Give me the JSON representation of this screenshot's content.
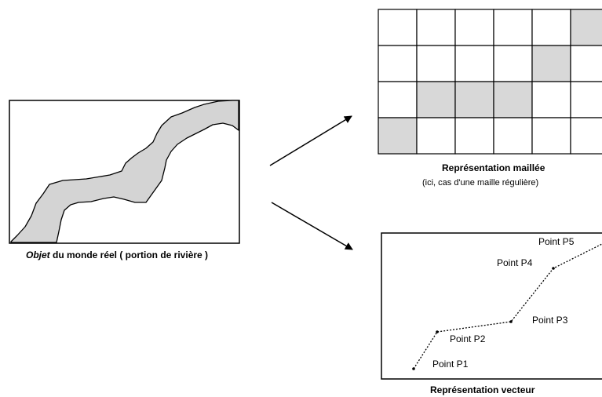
{
  "real_object": {
    "caption_em": "Objet",
    "caption_rest": " du monde réel ( portion de rivière )"
  },
  "raster": {
    "title": "Représentation maillée",
    "subtitle": "(ici, cas d'une maille régulière)",
    "rows": 4,
    "cols": 6,
    "filled_cells": [
      [
        0,
        5
      ],
      [
        1,
        4
      ],
      [
        2,
        1
      ],
      [
        2,
        2
      ],
      [
        2,
        3
      ],
      [
        3,
        0
      ]
    ],
    "fill_color": "#d8d8d8"
  },
  "vector": {
    "title": "Représentation vecteur",
    "points": [
      {
        "label": "Point P1"
      },
      {
        "label": "Point P2"
      },
      {
        "label": "Point P3"
      },
      {
        "label": "Point P4"
      },
      {
        "label": "Point P5"
      }
    ]
  },
  "colors": {
    "river_fill": "#d4d4d4",
    "line": "#000000"
  }
}
